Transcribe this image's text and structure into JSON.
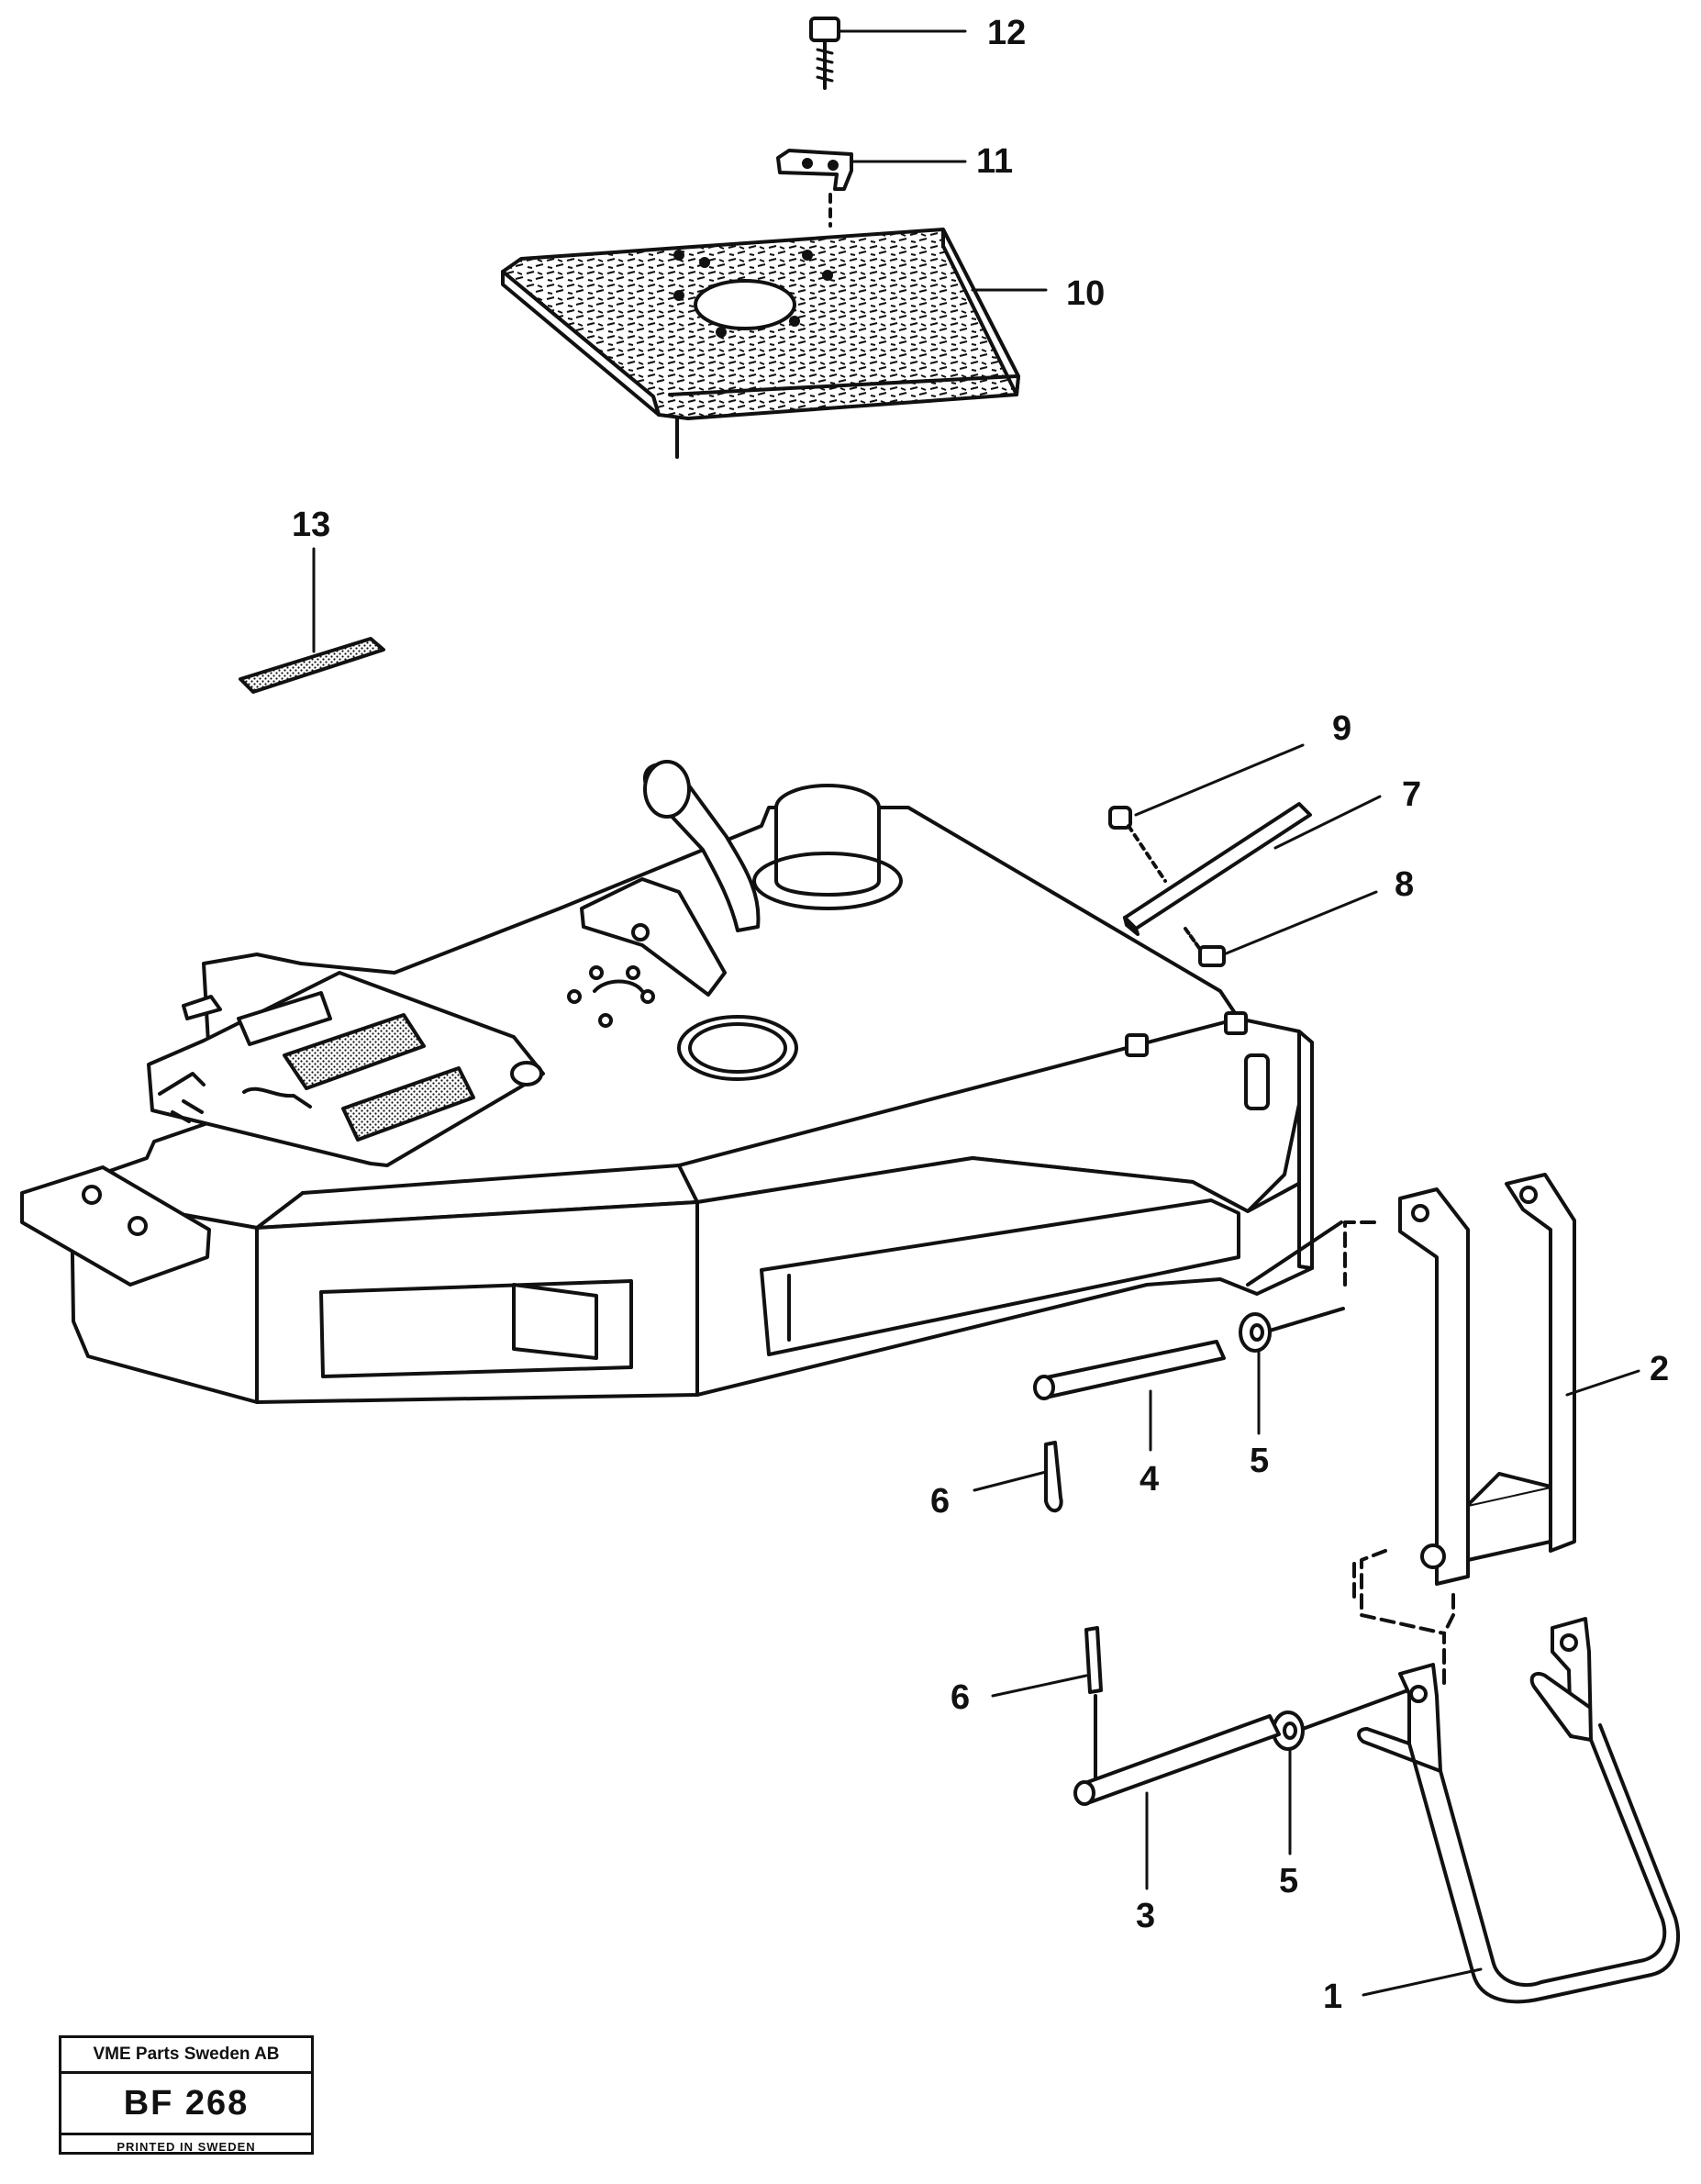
{
  "diagram": {
    "callouts": [
      "1",
      "2",
      "3",
      "4",
      "5",
      "5",
      "6",
      "6",
      "7",
      "8",
      "9",
      "10",
      "11",
      "12",
      "13"
    ]
  },
  "stamp": {
    "company": "VME Parts Sweden AB",
    "code": "BF 268",
    "printed": "PRINTED IN SWEDEN"
  }
}
